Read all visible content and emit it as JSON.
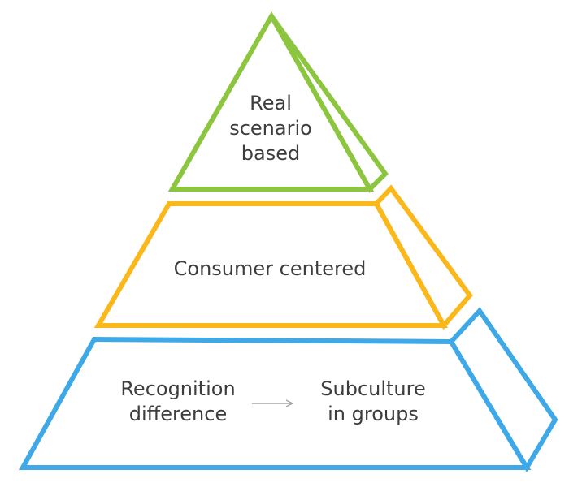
{
  "colors": {
    "top": "#8cc63f",
    "middle": "#fbb81b",
    "bottom": "#3fa9e8",
    "text": "#3d3d3d",
    "arrow": "#a6a6a6"
  },
  "top_tier": {
    "label_lines": [
      "Real",
      "scenario",
      "based"
    ]
  },
  "middle_tier": {
    "label": "Consumer centered"
  },
  "bottom_tier": {
    "left_label_lines": [
      "Recognition",
      "difference"
    ],
    "right_label_lines": [
      "Subculture",
      "in groups"
    ],
    "arrow_icon": "arrow-right-icon"
  }
}
